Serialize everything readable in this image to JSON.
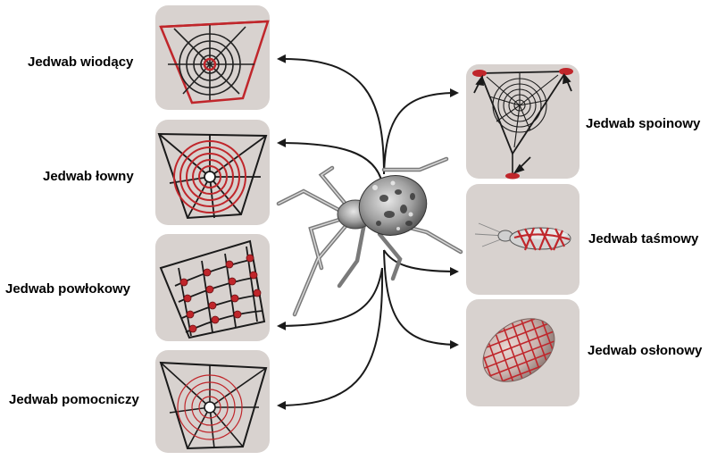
{
  "colors": {
    "panel": "#d8d2cf",
    "red": "#c0262b",
    "black": "#1a1a1a"
  },
  "center": {
    "name": "spider-image"
  },
  "silk_types": [
    {
      "id": "dragline",
      "label": "Jedwab wiodący",
      "icon": "web-red-frame-icon"
    },
    {
      "id": "capture",
      "label": "Jedwab łowny",
      "icon": "web-red-spiral-icon"
    },
    {
      "id": "coating",
      "label": "Jedwab powłokowy",
      "icon": "web-glue-droplets-icon"
    },
    {
      "id": "auxiliary",
      "label": "Jedwab pomocniczy",
      "icon": "web-red-auxiliary-spiral-icon"
    },
    {
      "id": "attachment",
      "label": "Jedwab spoinowy",
      "icon": "web-attachment-disc-icon"
    },
    {
      "id": "wrapping",
      "label": "Jedwab taśmowy",
      "icon": "wrapped-prey-icon"
    },
    {
      "id": "cocoon",
      "label": "Jedwab osłonowy",
      "icon": "egg-sac-icon"
    }
  ]
}
